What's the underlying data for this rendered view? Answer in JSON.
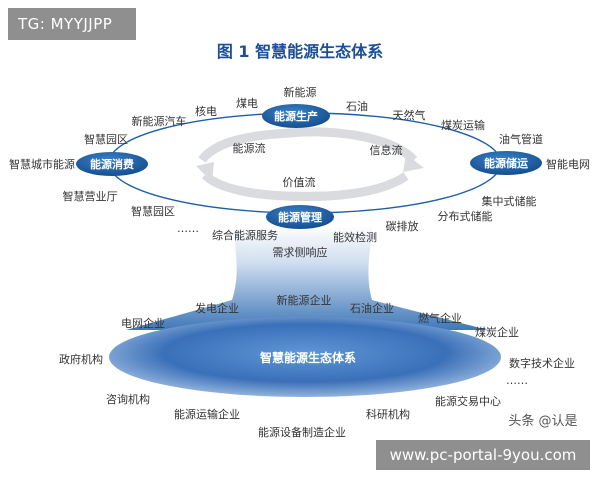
{
  "overlays": {
    "top_tag": "TG: MYYJJPP",
    "bottom_tag": "www.pc-portal-9you.com",
    "watermark": "头条 @认是"
  },
  "figure": {
    "title": "图 1  智慧能源生态体系",
    "ring_nodes": {
      "production": "能源生产",
      "consumption": "能源消费",
      "storage": "能源储运",
      "management": "能源管理"
    },
    "flows": {
      "energy": "能源流",
      "information": "信息流",
      "value": "价值流"
    },
    "ring_labels": {
      "new_energy": "新能源",
      "coal_power": "煤电",
      "nuclear": "核电",
      "nev": "新能源汽车",
      "oil": "石油",
      "gas": "天然气",
      "coal_transport": "煤炭运输",
      "pipeline": "油气管道",
      "smart_grid": "智能电网",
      "central_storage": "集中式储能",
      "distributed_storage": "分布式储能",
      "carbon": "碳排放",
      "efficiency": "能效检测",
      "integrated_service": "综合能源服务",
      "demand_response": "需求侧响应",
      "park_upper": "智慧园区",
      "smart_city": "智慧城市能源",
      "smart_hall": "智慧营业厅",
      "park_lower": "智慧园区",
      "ellipsis_left": "……"
    },
    "base_title": "智慧能源生态体系",
    "base_labels": {
      "power_gen": "发电企业",
      "new_energy_co": "新能源企业",
      "oil_co": "石油企业",
      "grid_co": "电网企业",
      "gas_co": "燃气企业",
      "coal_co": "煤炭企业",
      "gov": "政府机构",
      "digital_co": "数字技术企业",
      "ellipsis_right": "……",
      "consulting": "咨询机构",
      "exchange": "能源交易中心",
      "transport_co": "能源运输企业",
      "research": "科研机构",
      "equipment_co": "能源设备制造企业"
    }
  }
}
